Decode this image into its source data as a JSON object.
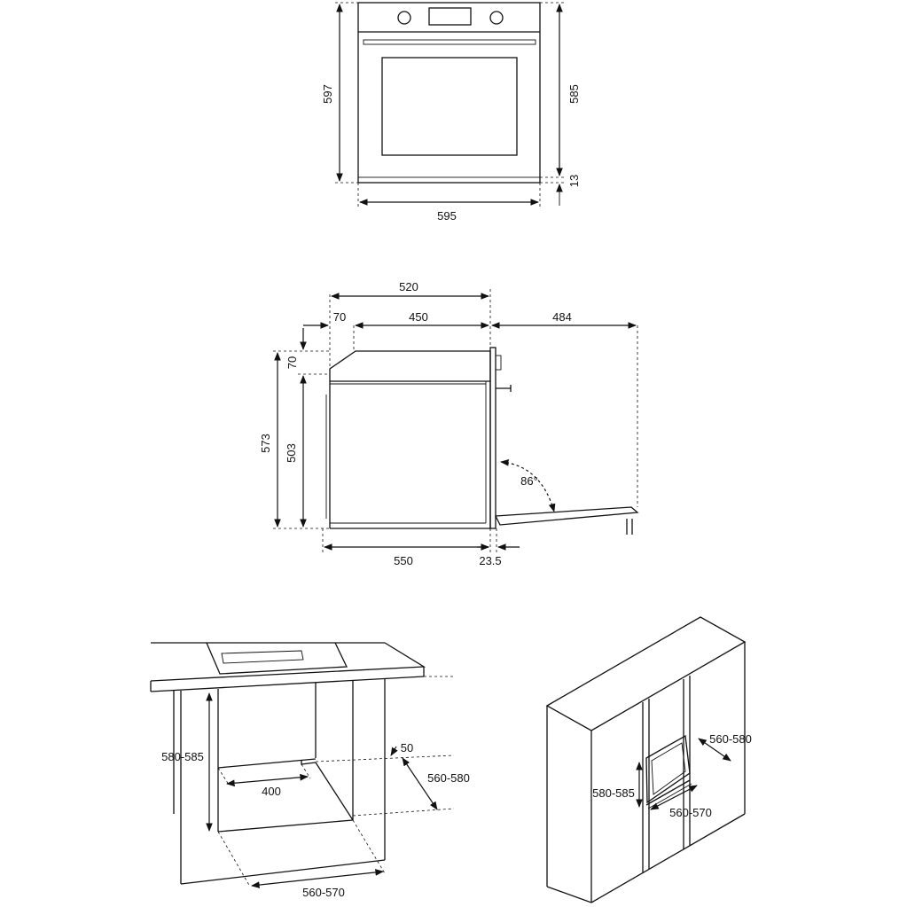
{
  "front_view": {
    "height_total": "597",
    "height_body": "585",
    "plinth": "13",
    "width": "595"
  },
  "side_view": {
    "depth_total": "520",
    "top_offset": "70",
    "depth_top": "450",
    "door_open": "484",
    "top_drop": "70",
    "height_total": "573",
    "height_body": "503",
    "depth_body": "550",
    "door_thickness": "23.5",
    "door_angle": "86°"
  },
  "under_counter": {
    "height": "580-585",
    "vent_depth": "400",
    "gap": "50",
    "depth": "560-580",
    "width": "560-570"
  },
  "column": {
    "depth": "560-580",
    "height": "580-585",
    "width": "560-570"
  }
}
